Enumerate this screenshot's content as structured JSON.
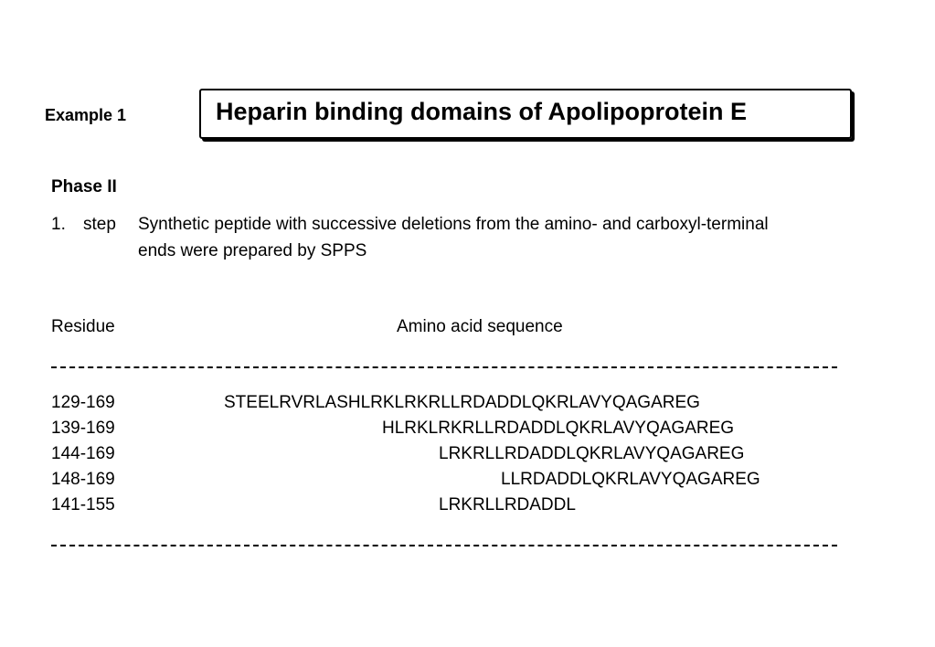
{
  "header": {
    "example_label": "Example 1",
    "title": "Heparin binding domains of Apolipoprotein E"
  },
  "phase": "Phase II",
  "step": {
    "number": "1.",
    "word": "step",
    "text_line1": "Synthetic peptide with successive deletions from the amino- and carboxyl-terminal",
    "text_line2": "ends were prepared by SPPS"
  },
  "table": {
    "col_residue": "Residue",
    "col_sequence": "Amino acid sequence",
    "rows": [
      {
        "residue": "129-169",
        "sequence": "STEELRVRLASHLRKLRKRLLRDADDLQKRLAVYQAGAREG"
      },
      {
        "residue": "139-169",
        "sequence": "HLRKLRKRLLRDADDLQKRLAVYQAGAREG"
      },
      {
        "residue": "144-169",
        "sequence": "LRKRLLRDADDLQKRLAVYQAGAREG"
      },
      {
        "residue": "148-169",
        "sequence": "LLRDADDLQKRLAVYQAGAREG"
      },
      {
        "residue": "141-155",
        "sequence": "LRKRLLRDADDL"
      }
    ]
  }
}
